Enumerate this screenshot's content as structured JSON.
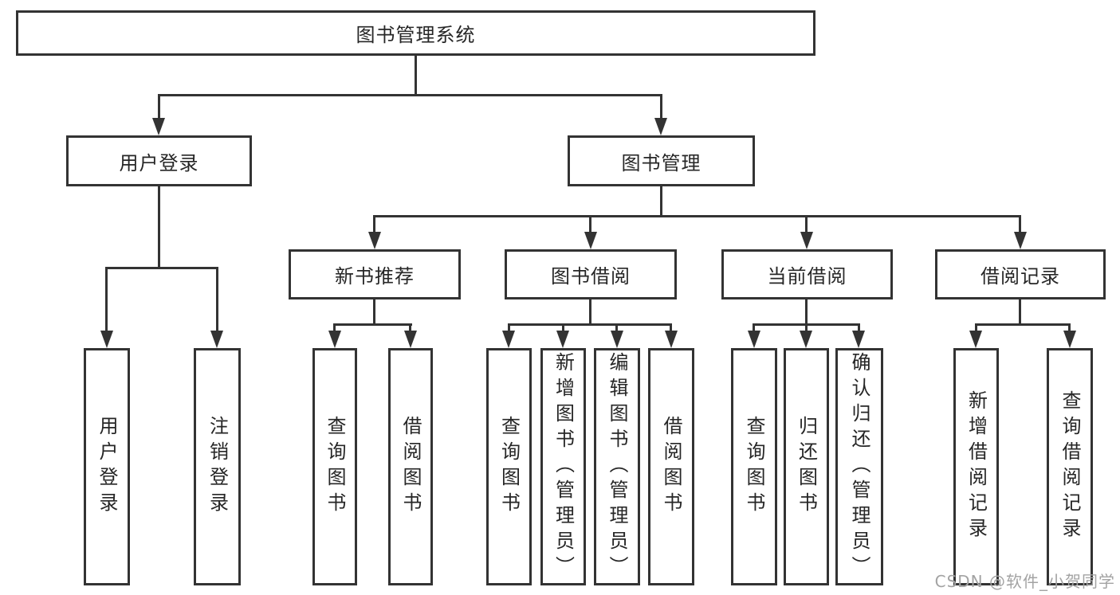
{
  "diagram": {
    "title": "图书管理系统",
    "root": {
      "label": "图书管理系统"
    },
    "level2": [
      {
        "id": "user-login",
        "label": "用户登录"
      },
      {
        "id": "book-management",
        "label": "图书管理"
      }
    ],
    "level3": [
      {
        "id": "new-book-recommend",
        "label": "新书推荐",
        "parent": "图书管理"
      },
      {
        "id": "book-borrow",
        "label": "图书借阅",
        "parent": "图书管理"
      },
      {
        "id": "current-borrow",
        "label": "当前借阅",
        "parent": "图书管理"
      },
      {
        "id": "borrow-records",
        "label": "借阅记录",
        "parent": "图书管理"
      }
    ],
    "leaves": [
      {
        "parent": "用户登录",
        "label": "用户登录"
      },
      {
        "parent": "用户登录",
        "label": "注销登录"
      },
      {
        "parent": "新书推荐",
        "label": "查询图书"
      },
      {
        "parent": "新书推荐",
        "label": "借阅图书"
      },
      {
        "parent": "图书借阅",
        "label": "查询图书"
      },
      {
        "parent": "图书借阅",
        "label": "新增图书（管理员）"
      },
      {
        "parent": "图书借阅",
        "label": "编辑图书（管理员）"
      },
      {
        "parent": "图书借阅",
        "label": "借阅图书"
      },
      {
        "parent": "当前借阅",
        "label": "查询图书"
      },
      {
        "parent": "当前借阅",
        "label": "归还图书"
      },
      {
        "parent": "当前借阅",
        "label": "确认归还（管理员）"
      },
      {
        "parent": "借阅记录",
        "label": "新增借阅记录"
      },
      {
        "parent": "借阅记录",
        "label": "查询借阅记录"
      }
    ],
    "colors": {
      "line": "#333333",
      "text": "#262626",
      "box_fill": "#ffffff",
      "watermark": "#a3a3a3"
    }
  },
  "watermark": {
    "text": "CSDN @软件_小贺同学"
  }
}
